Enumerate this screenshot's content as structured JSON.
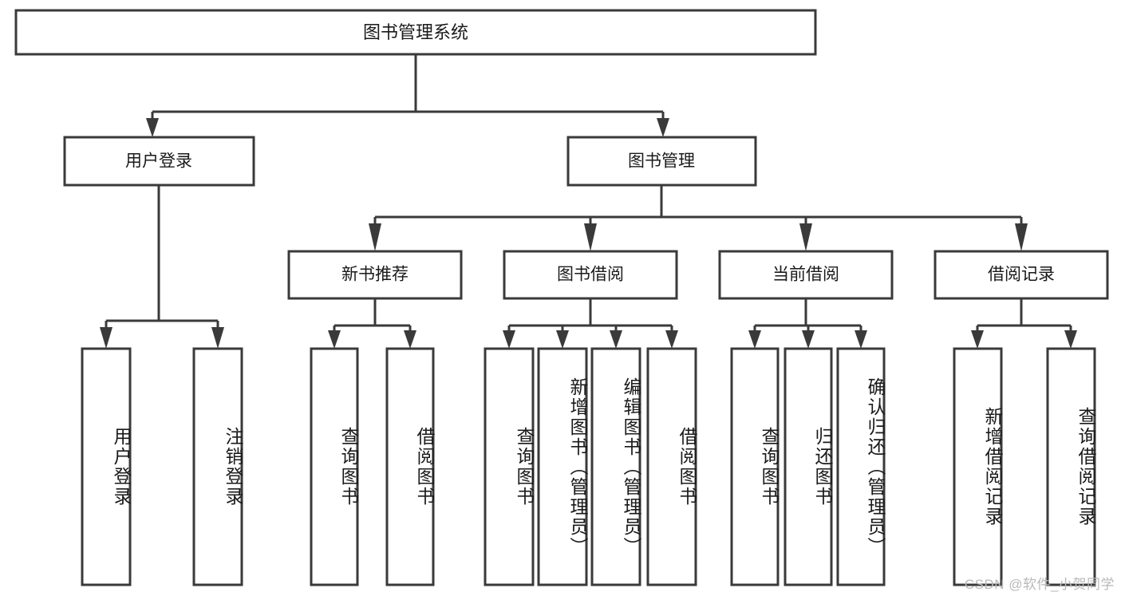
{
  "diagram": {
    "type": "tree-hierarchy-chart",
    "title": "图书管理系统",
    "root": {
      "label": "图书管理系统"
    },
    "level1": [
      {
        "id": "user-login",
        "label": "用户登录"
      },
      {
        "id": "book-management",
        "label": "图书管理"
      }
    ],
    "level2": [
      {
        "id": "new-book-recommend",
        "label": "新书推荐",
        "parent": "book-management"
      },
      {
        "id": "book-borrow",
        "label": "图书借阅",
        "parent": "book-management"
      },
      {
        "id": "current-borrow",
        "label": "当前借阅",
        "parent": "book-management"
      },
      {
        "id": "borrow-record",
        "label": "借阅记录",
        "parent": "book-management"
      }
    ],
    "leaves": {
      "user-login": [
        {
          "id": "leaf-user-login",
          "label": "用户登录"
        },
        {
          "id": "leaf-logout",
          "label": "注销登录"
        }
      ],
      "new-book-recommend": [
        {
          "id": "leaf-query-book-1",
          "label": "查询图书"
        },
        {
          "id": "leaf-borrow-book-1",
          "label": "借阅图书"
        }
      ],
      "book-borrow": [
        {
          "id": "leaf-query-book-2",
          "label": "查询图书"
        },
        {
          "id": "leaf-add-book",
          "label": "新增图书（管理员）"
        },
        {
          "id": "leaf-edit-book",
          "label": "编辑图书（管理员）"
        },
        {
          "id": "leaf-borrow-book-2",
          "label": "借阅图书"
        }
      ],
      "current-borrow": [
        {
          "id": "leaf-query-book-3",
          "label": "查询图书"
        },
        {
          "id": "leaf-return-book",
          "label": "归还图书"
        },
        {
          "id": "leaf-confirm-return",
          "label": "确认归还（管理员）"
        }
      ],
      "borrow-record": [
        {
          "id": "leaf-add-record",
          "label": "新增借阅记录"
        },
        {
          "id": "leaf-query-record",
          "label": "查询借阅记录"
        }
      ]
    },
    "colors": {
      "stroke": "#3a3a3a",
      "fill": "#ffffff",
      "text": "#1a1a1a",
      "background": "#ffffff",
      "watermark": "#b9b9b9"
    }
  },
  "watermark": {
    "text": "CSDN @软件_小贺同学"
  }
}
